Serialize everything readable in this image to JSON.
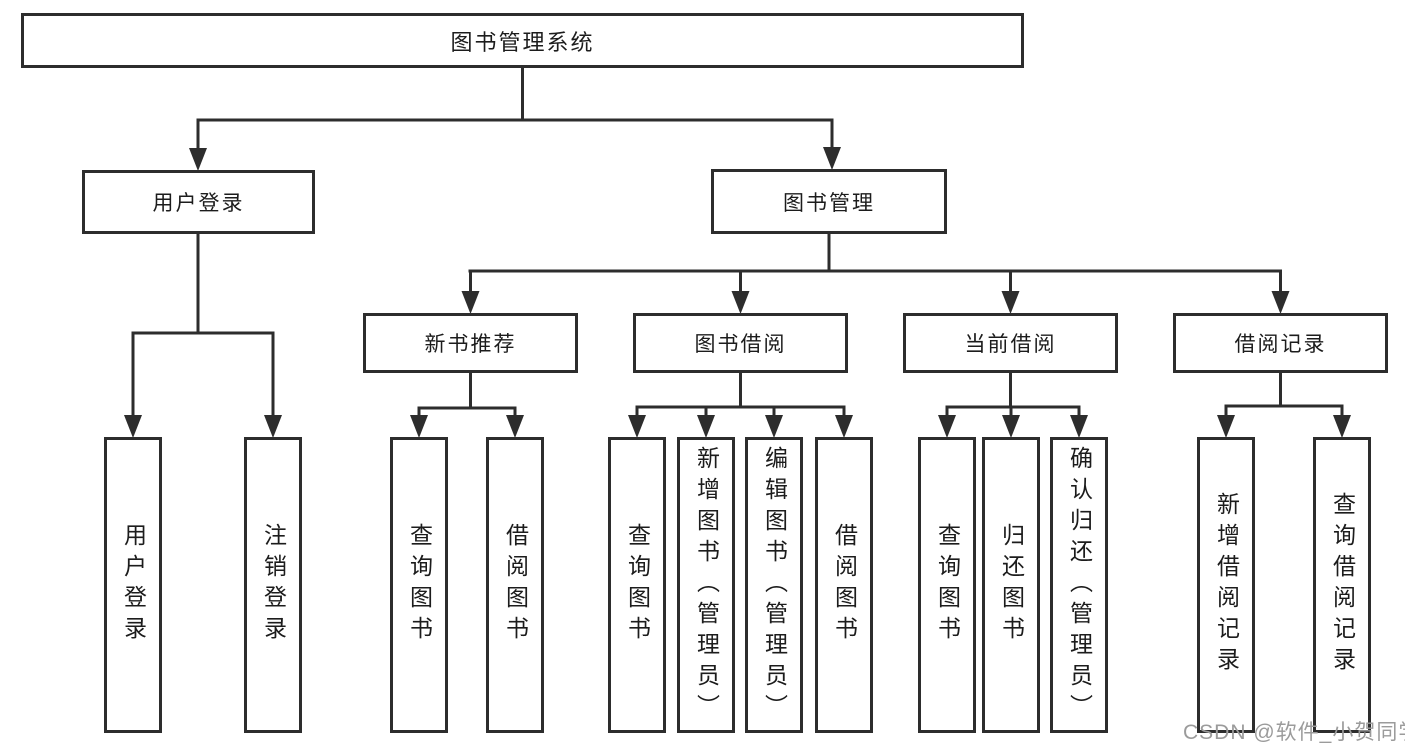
{
  "diagram": {
    "root": {
      "label": "图书管理系统"
    },
    "level2": [
      {
        "id": "user-login",
        "label": "用户登录"
      },
      {
        "id": "book-management",
        "label": "图书管理"
      }
    ],
    "level3": [
      {
        "id": "new-book-recommend",
        "label": "新书推荐",
        "parent": "图书管理"
      },
      {
        "id": "book-borrowing",
        "label": "图书借阅",
        "parent": "图书管理"
      },
      {
        "id": "current-borrowing",
        "label": "当前借阅",
        "parent": "图书管理"
      },
      {
        "id": "borrow-records",
        "label": "借阅记录",
        "parent": "图书管理"
      }
    ],
    "level4": [
      {
        "id": "leaf-user-login",
        "label": "用户登录",
        "parent": "用户登录"
      },
      {
        "id": "leaf-logout",
        "label": "注销登录",
        "parent": "用户登录"
      },
      {
        "id": "leaf-query-books-recommend",
        "label": "查询图书",
        "parent": "新书推荐"
      },
      {
        "id": "leaf-borrow-books-recommend",
        "label": "借阅图书",
        "parent": "新书推荐"
      },
      {
        "id": "leaf-query-books-borrowing",
        "label": "查询图书",
        "parent": "图书借阅"
      },
      {
        "id": "leaf-add-book-admin",
        "label": "新增图书（管理员）",
        "parent": "图书借阅"
      },
      {
        "id": "leaf-edit-book-admin",
        "label": "编辑图书（管理员）",
        "parent": "图书借阅"
      },
      {
        "id": "leaf-borrow-books-borrowing",
        "label": "借阅图书",
        "parent": "图书借阅"
      },
      {
        "id": "leaf-query-books-current",
        "label": "查询图书",
        "parent": "当前借阅"
      },
      {
        "id": "leaf-return-book",
        "label": "归还图书",
        "parent": "当前借阅"
      },
      {
        "id": "leaf-confirm-return-admin",
        "label": "确认归还（管理员）",
        "parent": "当前借阅"
      },
      {
        "id": "leaf-add-borrow-record",
        "label": "新增借阅记录",
        "parent": "借阅记录"
      },
      {
        "id": "leaf-query-borrow-record",
        "label": "查询借阅记录",
        "parent": "借阅记录"
      }
    ]
  },
  "watermark": {
    "text": "CSDN @软件_小贺同学"
  },
  "colors": {
    "line": "#2d2d2d",
    "text": "#1c1c1c",
    "box_background": "#ffffff",
    "background": "#ffffff",
    "watermark": "#9b9b9b"
  }
}
